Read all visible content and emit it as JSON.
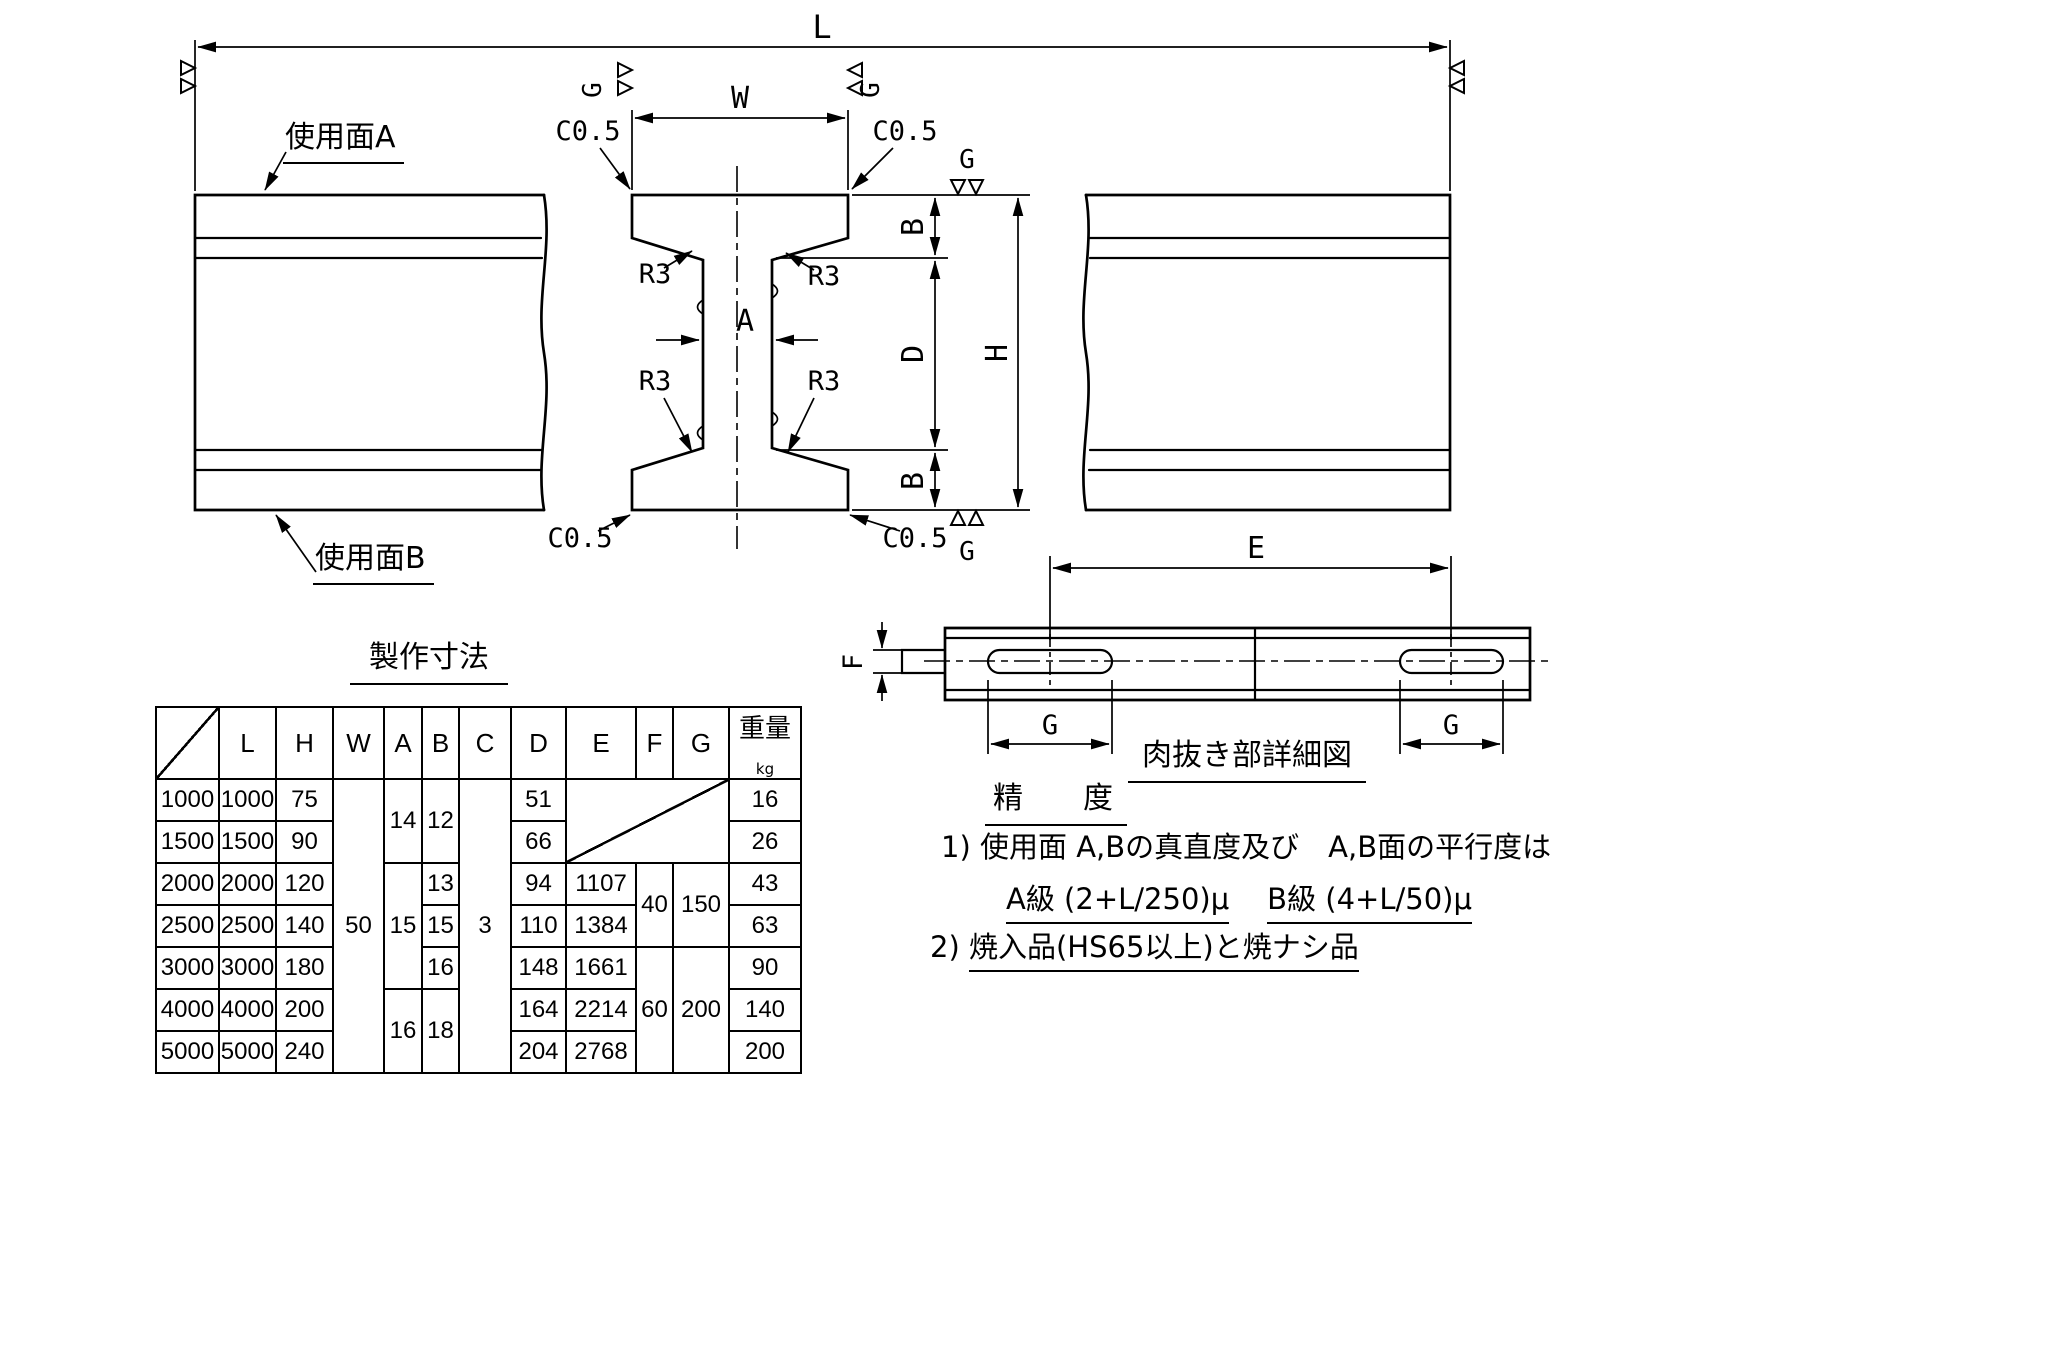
{
  "colors": {
    "ink": "#000000",
    "background": "#ffffff"
  },
  "drawing": {
    "L": "L",
    "W": "W",
    "A": "A",
    "B": "B",
    "D": "D",
    "H": "H",
    "E": "E",
    "F": "F",
    "G": "G",
    "c05": "C0.5",
    "r3": "R3",
    "surface_a": "使用面A",
    "surface_b": "使用面B",
    "detail_title": "肉抜き部詳細図"
  },
  "table": {
    "title": "製作寸法",
    "headers": {
      "L": "L",
      "H": "H",
      "W": "W",
      "A": "A",
      "B": "B",
      "C": "C",
      "D": "D",
      "E": "E",
      "F": "F",
      "G": "G",
      "weight": "重量",
      "weight_unit": "kg"
    },
    "sizes": [
      "1000",
      "1500",
      "2000",
      "2500",
      "3000",
      "4000",
      "5000"
    ],
    "L": [
      "1000",
      "1500",
      "2000",
      "2500",
      "3000",
      "4000",
      "5000"
    ],
    "H": [
      "75",
      "90",
      "120",
      "140",
      "180",
      "200",
      "240"
    ],
    "W_all": "50",
    "A": {
      "r1000_1500": "14",
      "r2000_3000": "15",
      "r4000_5000": "16"
    },
    "B": {
      "r1000_1500": "12",
      "r2000": "13",
      "r2500": "15",
      "r3000": "16",
      "r4000_5000": "18"
    },
    "C_all": "3",
    "D": [
      "51",
      "66",
      "94",
      "110",
      "148",
      "164",
      "204"
    ],
    "E": {
      "r2000": "1107",
      "r2500": "1384",
      "r3000": "1661",
      "r4000": "2214",
      "r5000": "2768"
    },
    "F": {
      "r2000_2500": "40",
      "r3000_5000": "60"
    },
    "G": {
      "r2000_2500": "150",
      "r3000_5000": "200"
    },
    "weight": [
      "16",
      "26",
      "43",
      "63",
      "90",
      "140",
      "200"
    ]
  },
  "notes": {
    "accuracy_title": "精　　度",
    "note1": "1) 使用面 A,Bの真直度及び　A,B面の平行度は",
    "class_a": "A級 (2+L/250)μ",
    "class_b": "B級 (4+L/50)μ",
    "note2_prefix": "2) ",
    "note2_body": "焼入品(HS65以上)と焼ナシ品"
  }
}
